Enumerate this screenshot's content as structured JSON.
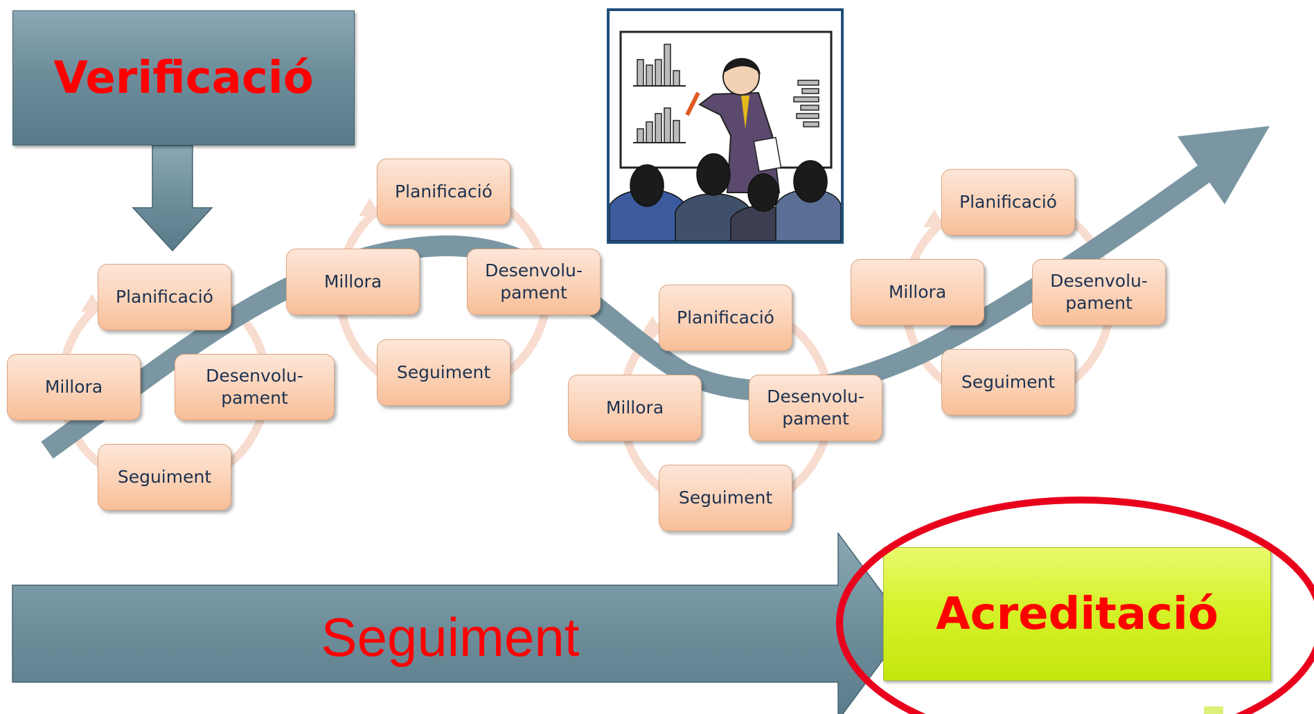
{
  "verification": {
    "label": "Verificació"
  },
  "cycles": [
    {
      "planning": "Planificació",
      "development": "Desenvolu-\npament",
      "follow_up": "Seguiment",
      "improvement": "Millora"
    },
    {
      "planning": "Planificació",
      "development": "Desenvolu-\npament",
      "follow_up": "Seguiment",
      "improvement": "Millora"
    },
    {
      "planning": "Planificació",
      "development": "Desenvolu-\npament",
      "follow_up": "Seguiment",
      "improvement": "Millora"
    },
    {
      "planning": "Planificació",
      "development": "Desenvolu-\npament",
      "follow_up": "Seguiment",
      "improvement": "Millora"
    }
  ],
  "timeline": {
    "label": "Seguiment"
  },
  "accreditation": {
    "label": "Acreditació"
  },
  "colors": {
    "accent_text": "#ff0000",
    "steel_blue": "#6e8e9c",
    "node_fill": "#fbd2b6",
    "node_text": "#1c3150",
    "accreditation_fill": "#d6f22a",
    "highlight_ellipse": "#e8001c"
  },
  "icons": {
    "presenter": "presenter-clipart-icon"
  }
}
